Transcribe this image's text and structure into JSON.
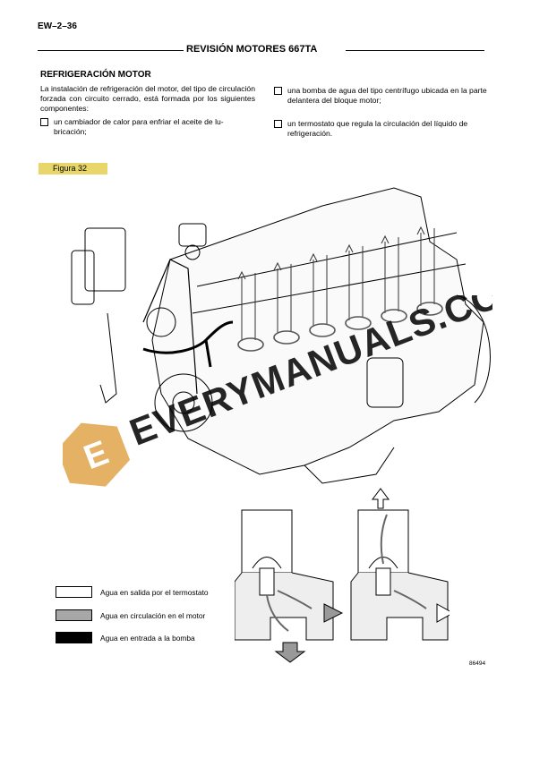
{
  "header": {
    "page_id": "EW–2–36",
    "title": "REVISIÓN MOTORES 667TA"
  },
  "section": {
    "title": "REFRIGERACIÓN MOTOR",
    "intro": "La instalación de refrigeración del motor, del tipo de circulación forzada con circuito cerrado, está formada por los siguientes componentes:",
    "bullets": [
      "un cambiador de calor para enfriar el aceite de lu-bricación;",
      "una bomba de agua del tipo centrífugo ubicada en la parte delantera del bloque motor;",
      "un termostato que regula la circulación del líquido de refrigeración."
    ]
  },
  "figure": {
    "label": "Figura 32",
    "code": "86494"
  },
  "legend": [
    {
      "label": "Agua en salida por el termostato",
      "color": "#ffffff"
    },
    {
      "label": "Agua en circulación en el motor",
      "color": "#a7a7a7"
    },
    {
      "label": "Agua en entrada a la bomba",
      "color": "#000000"
    }
  ],
  "watermark": {
    "text": "EVERYMANUALS.COM",
    "logo_letter": "E",
    "color": "#e0a44a"
  }
}
